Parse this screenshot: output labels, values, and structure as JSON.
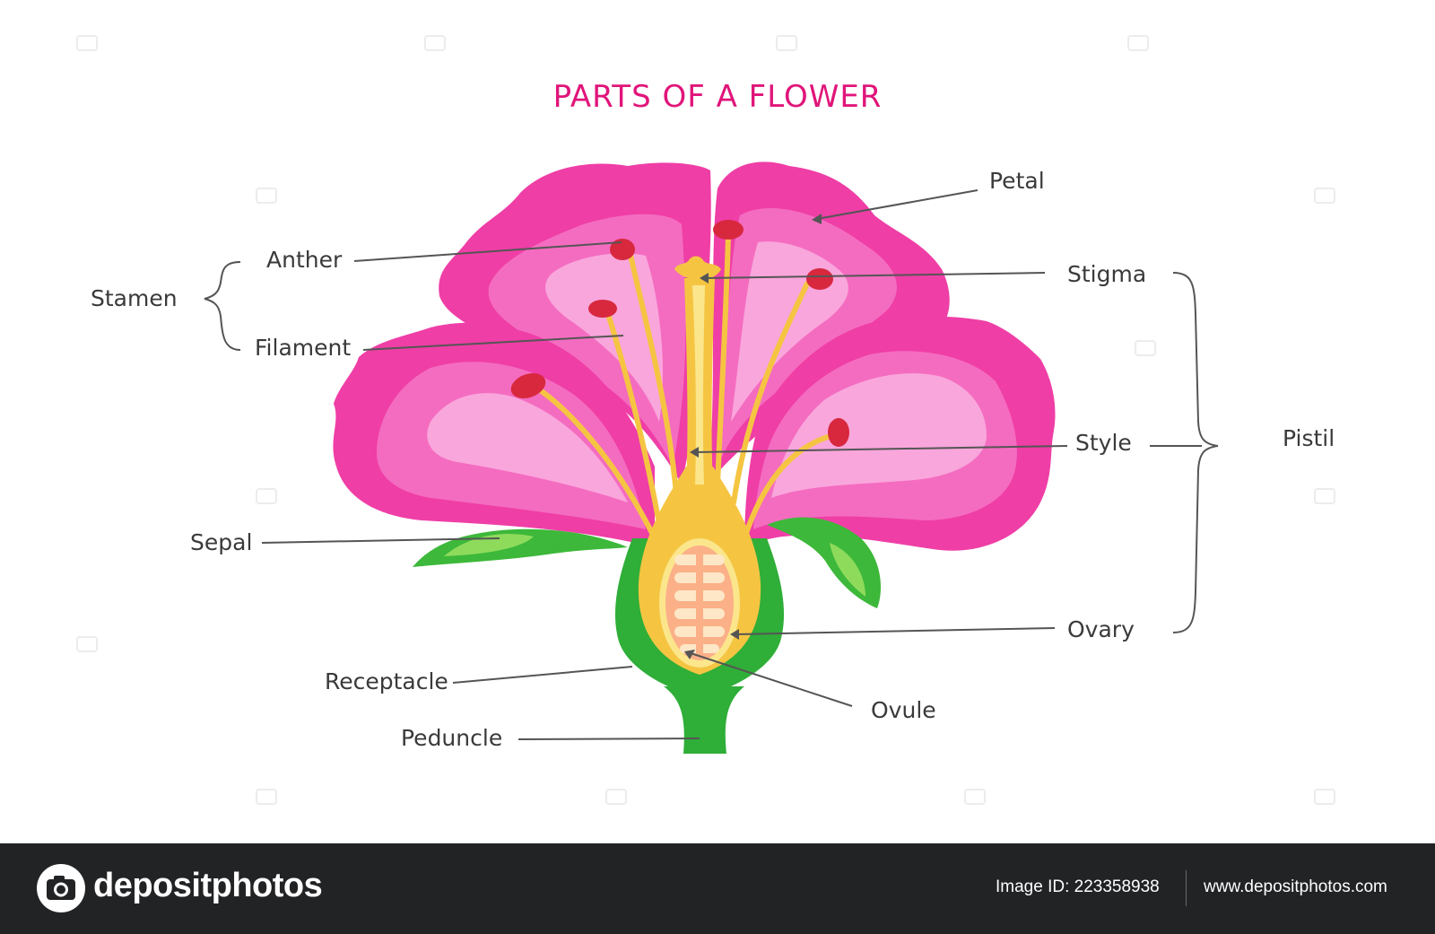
{
  "title": "PARTS OF A FLOWER",
  "labels": {
    "petal": "Petal",
    "anther": "Anther",
    "stamen": "Stamen",
    "filament": "Filament",
    "stigma": "Stigma",
    "style": "Style",
    "pistil": "Pistil",
    "sepal": "Sepal",
    "ovary": "Ovary",
    "receptacle": "Receptacle",
    "ovule": "Ovule",
    "peduncle": "Peduncle"
  },
  "watermark": "depositphotos",
  "footer": {
    "brand": "depositphotos",
    "image_id": "Image ID: 223358938",
    "site": "www.depositphotos.com"
  },
  "colors": {
    "title": "#e0157a",
    "petal_dark": "#ef3ea6",
    "petal_mid": "#f46cc0",
    "petal_light": "#f9a6dc",
    "stamen": "#f5c542",
    "anther": "#d8283e",
    "sepal": "#3db83a",
    "sepal_light": "#8edb5c",
    "stem": "#2fae38",
    "ovary_fill": "#fbb088",
    "footer_bg": "#222325"
  }
}
